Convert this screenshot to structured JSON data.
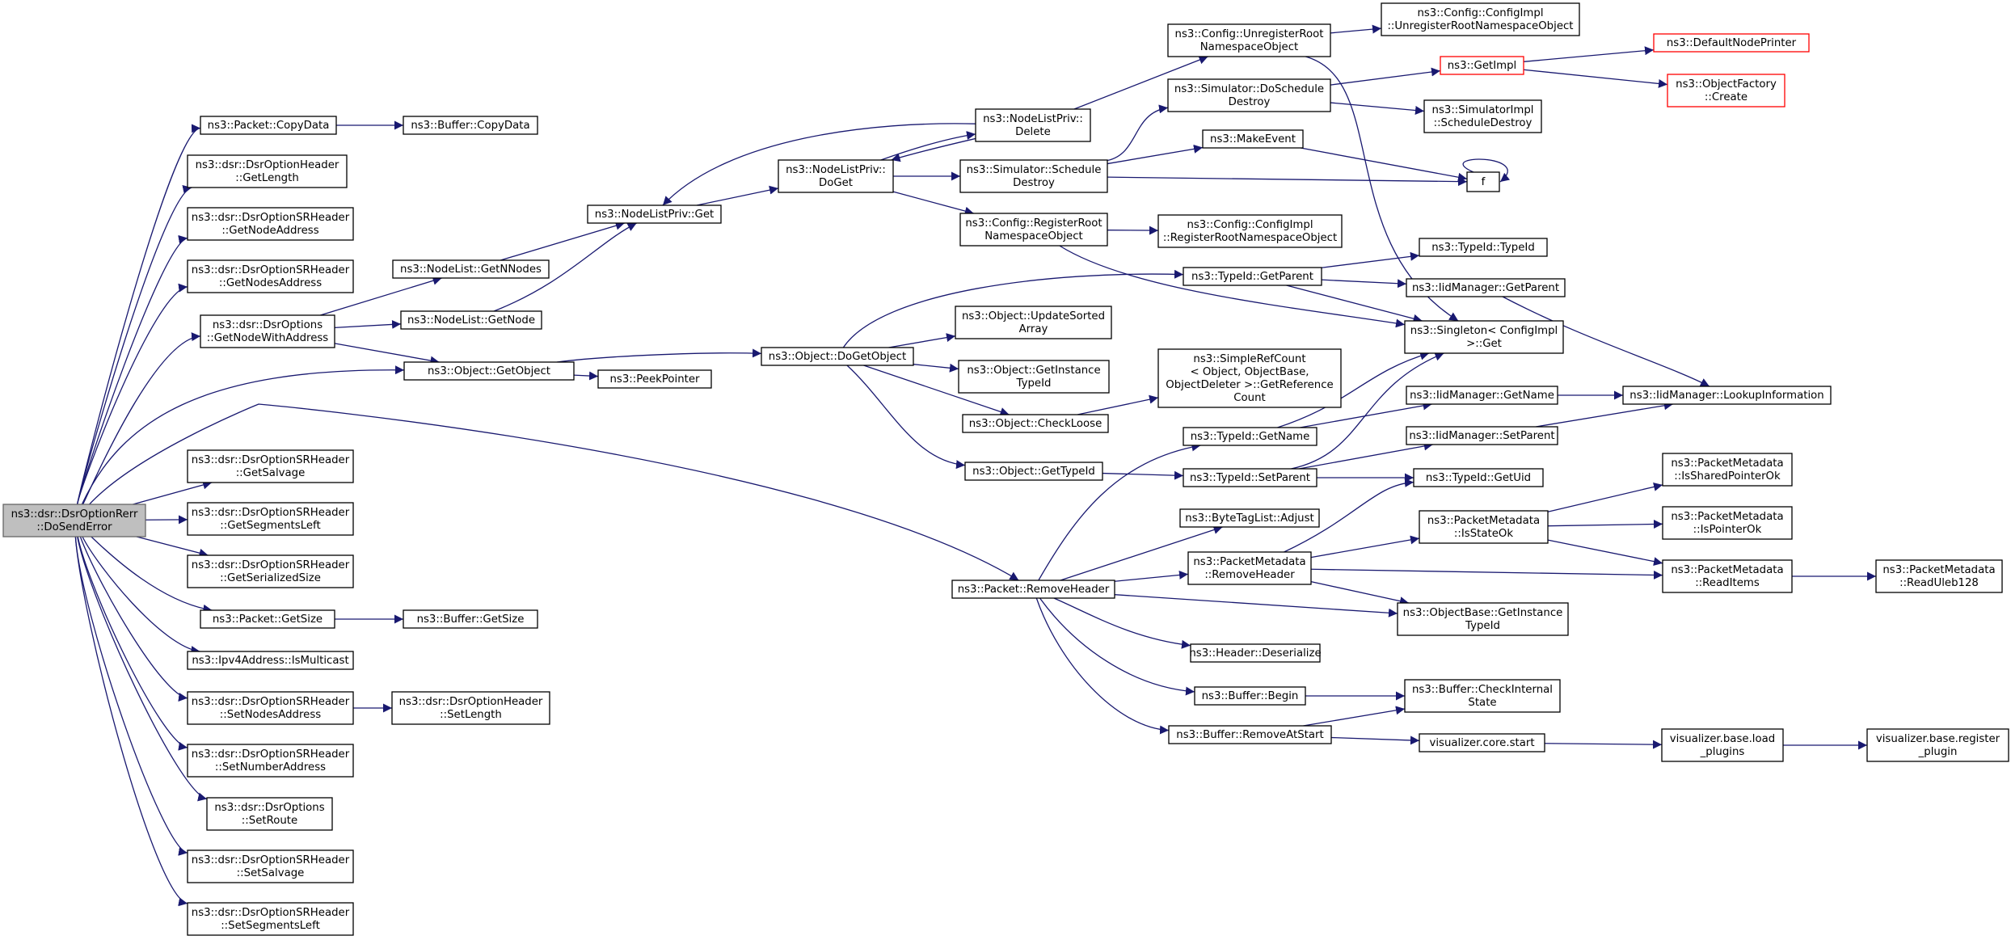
{
  "colors": {
    "edge": "#191970",
    "root_fill": "#bfbfbf",
    "missing_border": "#ff0000"
  },
  "nodes": {
    "root": [
      "ns3::dsr::DsrOptionRerr",
      "::DoSendError"
    ],
    "copydata": [
      "ns3::Packet::CopyData"
    ],
    "bufcopydata": [
      "ns3::Buffer::CopyData"
    ],
    "getlength": [
      "ns3::dsr::DsrOptionHeader",
      "::GetLength"
    ],
    "getnodeaddress": [
      "ns3::dsr::DsrOptionSRHeader",
      "::GetNodeAddress"
    ],
    "getnodesaddress": [
      "ns3::dsr::DsrOptionSRHeader",
      "::GetNodesAddress"
    ],
    "getnodewithaddress": [
      "ns3::dsr::DsrOptions",
      "::GetNodeWithAddress"
    ],
    "getnnodes": [
      "ns3::NodeList::GetNNodes"
    ],
    "getnode": [
      "ns3::NodeList::GetNode"
    ],
    "nlpget": [
      "ns3::NodeListPriv::Get"
    ],
    "nlpdoget": [
      "ns3::NodeListPriv::",
      "DoGet"
    ],
    "nlpdelete": [
      "ns3::NodeListPriv::",
      "Delete"
    ],
    "unregroot": [
      "ns3::Config::UnregisterRoot",
      "NamespaceObject"
    ],
    "cfgunreg": [
      "ns3::Config::ConfigImpl",
      "::UnregisterRootNamespaceObject"
    ],
    "doscheddestroy": [
      "ns3::Simulator::DoSchedule",
      "Destroy"
    ],
    "getimpl": [
      "ns3::GetImpl"
    ],
    "defaultnodeprinter": [
      "ns3::DefaultNodePrinter"
    ],
    "objfactorycreate": [
      "ns3::ObjectFactory",
      "::Create"
    ],
    "simimplsched": [
      "ns3::SimulatorImpl",
      "::ScheduleDestroy"
    ],
    "makeevent": [
      "ns3::MakeEvent"
    ],
    "f": [
      "f"
    ],
    "schedulerdestroy": [
      "ns3::Simulator::Schedule",
      "Destroy"
    ],
    "regroot": [
      "ns3::Config::RegisterRoot",
      "NamespaceObject"
    ],
    "cfgreg": [
      "ns3::Config::ConfigImpl",
      "::RegisterRootNamespaceObject"
    ],
    "typeidctor": [
      "ns3::TypeId::TypeId"
    ],
    "getparent": [
      "ns3::TypeId::GetParent"
    ],
    "iidgetparent": [
      "ns3::IidManager::GetParent"
    ],
    "singletonget": [
      "ns3::Singleton< ConfigImpl",
      " >::Get"
    ],
    "updatesorted": [
      "ns3::Object::UpdateSorted",
      "Array"
    ],
    "dogetobject": [
      "ns3::Object::DoGetObject"
    ],
    "getobject": [
      "ns3::Object::GetObject"
    ],
    "peekpointer": [
      "ns3::PeekPointer"
    ],
    "getinstancetypeid": [
      "ns3::Object::GetInstance",
      "TypeId"
    ],
    "simplerefcount": [
      "ns3::SimpleRefCount",
      "< Object, ObjectBase,",
      "ObjectDeleter >::GetReference",
      "Count"
    ],
    "iidgetname": [
      "ns3::IidManager::GetName"
    ],
    "lookupinfo": [
      "ns3::IidManager::LookupInformation"
    ],
    "checkloose": [
      "ns3::Object::CheckLoose"
    ],
    "tidgetname": [
      "ns3::TypeId::GetName"
    ],
    "iidsetparent": [
      "ns3::IidManager::SetParent"
    ],
    "getsalvage": [
      "ns3::dsr::DsrOptionSRHeader",
      "::GetSalvage"
    ],
    "objgettypeid": [
      "ns3::Object::GetTypeId"
    ],
    "tidsetparent": [
      "ns3::TypeId::SetParent"
    ],
    "pmshared": [
      "ns3::PacketMetadata",
      "::IsSharedPointerOk"
    ],
    "getuid": [
      "ns3::TypeId::GetUid"
    ],
    "getsegmentsleft": [
      "ns3::dsr::DsrOptionSRHeader",
      "::GetSegmentsLeft"
    ],
    "btladjust": [
      "ns3::ByteTagList::Adjust"
    ],
    "pmisstateok": [
      "ns3::PacketMetadata",
      "::IsStateOk"
    ],
    "pmpointerok": [
      "ns3::PacketMetadata",
      "::IsPointerOk"
    ],
    "getserializedsize": [
      "ns3::dsr::DsrOptionSRHeader",
      "::GetSerializedSize"
    ],
    "pmremoveheader": [
      "ns3::PacketMetadata",
      "::RemoveHeader"
    ],
    "pmreaditems": [
      "ns3::PacketMetadata",
      "::ReadItems"
    ],
    "pmreaduleb": [
      "ns3::PacketMetadata",
      "::ReadUleb128"
    ],
    "removeheader": [
      "ns3::Packet::RemoveHeader"
    ],
    "pktgetsize": [
      "ns3::Packet::GetSize"
    ],
    "bufgetsize": [
      "ns3::Buffer::GetSize"
    ],
    "obgetinstance": [
      "ns3::ObjectBase::GetInstance",
      "TypeId"
    ],
    "ismulticast": [
      "ns3::Ipv4Address::IsMulticast"
    ],
    "hdrdeserialize": [
      "ns3::Header::Deserialize"
    ],
    "setnodesaddress": [
      "ns3::dsr::DsrOptionSRHeader",
      "::SetNodesAddress"
    ],
    "setlength": [
      "ns3::dsr::DsrOptionHeader",
      "::SetLength"
    ],
    "bufbegin": [
      "ns3::Buffer::Begin"
    ],
    "bufcheckinternal": [
      "ns3::Buffer::CheckInternal",
      "State"
    ],
    "setnumberaddress": [
      "ns3::dsr::DsrOptionSRHeader",
      "::SetNumberAddress"
    ],
    "bufremoveatstart": [
      "ns3::Buffer::RemoveAtStart"
    ],
    "viscorestart": [
      "visualizer.core.start"
    ],
    "visloadplugins": [
      "visualizer.base.load",
      "_plugins"
    ],
    "visregplugin": [
      "visualizer.base.register",
      "_plugin"
    ],
    "setroute": [
      "ns3::dsr::DsrOptions",
      "::SetRoute"
    ],
    "setsalvage": [
      "ns3::dsr::DsrOptionSRHeader",
      "::SetSalvage"
    ],
    "setsegmentsleft": [
      "ns3::dsr::DsrOptionSRHeader",
      "::SetSegmentsLeft"
    ]
  }
}
